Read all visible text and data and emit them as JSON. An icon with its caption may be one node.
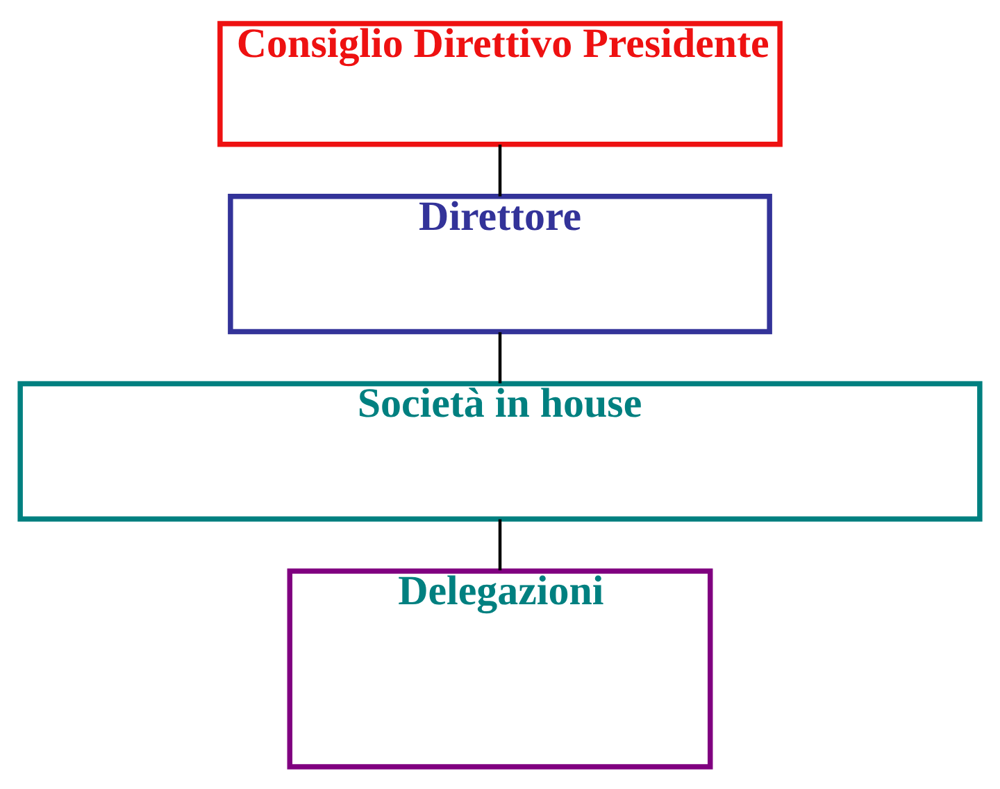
{
  "diagram": {
    "nodes": [
      {
        "text": [
          "Consiglio Direttivo Presidente"
        ]
      },
      {
        "text": [
          "Direttore"
        ]
      },
      {
        "text": [
          "Società in house"
        ]
      },
      {
        "text": [
          "Delegazioni"
        ]
      }
    ],
    "edges": [
      {
        "from": 0,
        "to": 1,
        "arrow": "none"
      },
      {
        "from": 1,
        "to": 2,
        "arrow": "none"
      },
      {
        "from": 2,
        "to": 3,
        "arrow": "none"
      }
    ]
  }
}
